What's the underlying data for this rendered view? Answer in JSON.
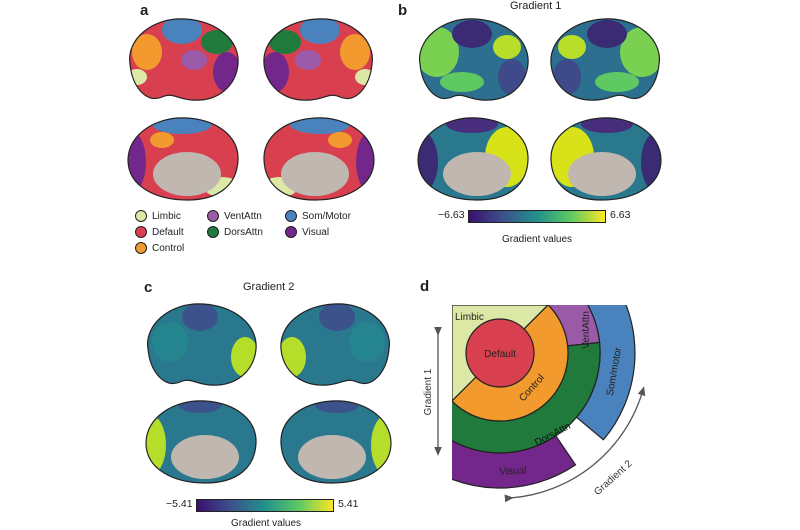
{
  "panels": {
    "a": {
      "label": "a"
    },
    "b": {
      "label": "b",
      "title": "Gradient 1",
      "colorbar": {
        "min": "−6.63",
        "max": "6.63",
        "label": "Gradient values"
      }
    },
    "c": {
      "label": "c",
      "title": "Gradient 2",
      "colorbar": {
        "min": "−5.41",
        "max": "5.41",
        "label": "Gradient values"
      }
    },
    "d": {
      "label": "d"
    }
  },
  "legend": [
    {
      "label": "Limbic",
      "color": "#dce9a6"
    },
    {
      "label": "Default",
      "color": "#d9404f"
    },
    {
      "label": "Control",
      "color": "#f29a2e"
    },
    {
      "label": "VentAttn",
      "color": "#9b5aa8"
    },
    {
      "label": "DorsAttn",
      "color": "#1f7a3c"
    },
    {
      "label": "Som/Motor",
      "color": "#4a82bd"
    },
    {
      "label": "Visual",
      "color": "#73278a"
    }
  ],
  "diagram": {
    "limbic": "Limbic",
    "default": "Default",
    "control": "Control",
    "ventattn": "VentAttn",
    "dorsattn": "DorsAttn",
    "sommotor": "Som/motor",
    "visual": "Visual",
    "axis1": "Gradient 1",
    "axis2": "Gradient 2"
  }
}
